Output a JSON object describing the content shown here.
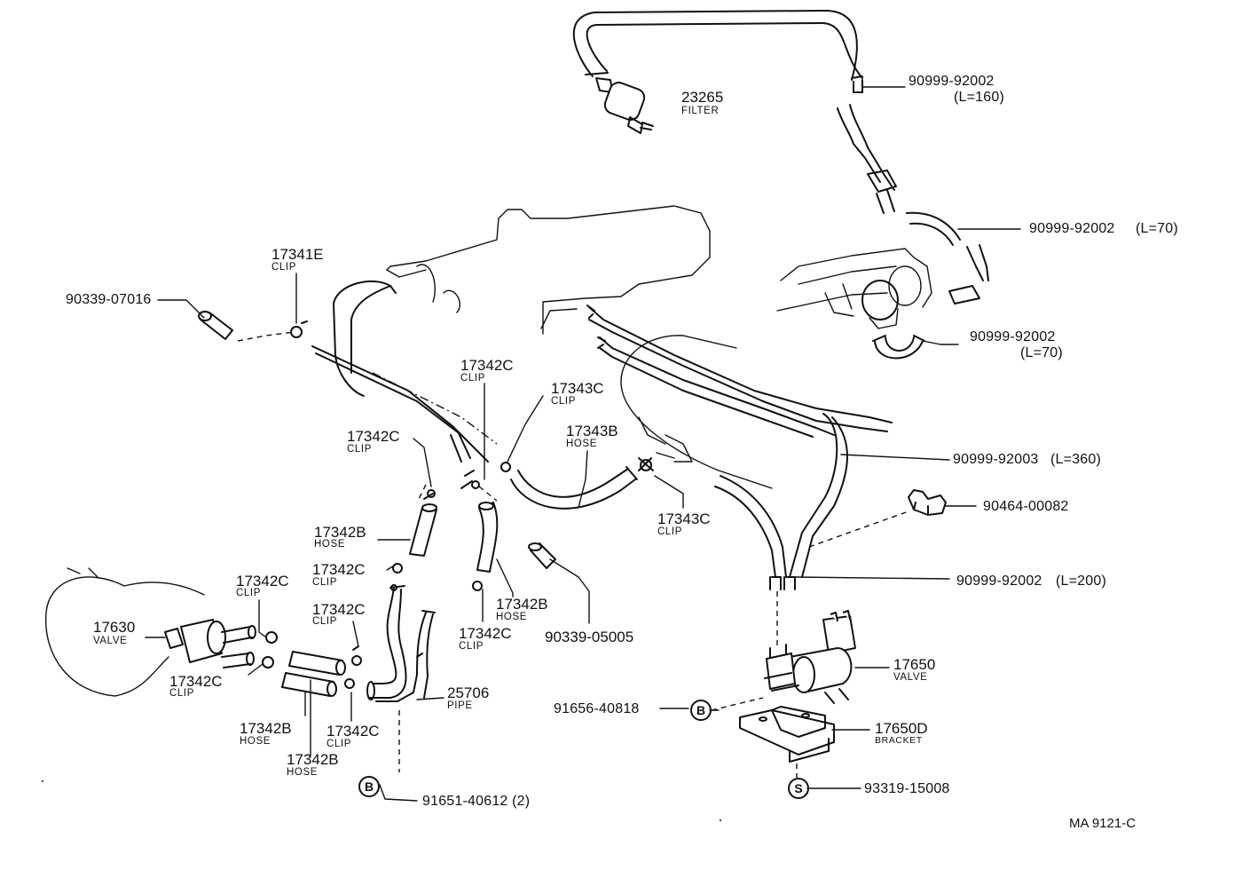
{
  "parts": {
    "p23265": {
      "number": "23265",
      "desc": "FILTER"
    },
    "p90999_92002_160": {
      "number": "90999-92002",
      "length": "(L=160)"
    },
    "p90999_92002_70a": {
      "number": "90999-92002",
      "length": "(L=70)"
    },
    "p90999_92002_70b": {
      "number": "90999-92002",
      "length": "(L=70)"
    },
    "p17341E": {
      "number": "17341E",
      "desc": "CLIP"
    },
    "p90339_07016": {
      "number": "90339-07016"
    },
    "p17342C_top": {
      "number": "17342C",
      "desc": "CLIP"
    },
    "p17343C_top": {
      "number": "17343C",
      "desc": "CLIP"
    },
    "p17343B": {
      "number": "17343B",
      "desc": "HOSE"
    },
    "p17342C_left": {
      "number": "17342C",
      "desc": "CLIP"
    },
    "p90999_92003": {
      "number": "90999-92003",
      "length": "(L=360)"
    },
    "p90464_00082": {
      "number": "90464-00082"
    },
    "p17343C_mid": {
      "number": "17343C",
      "desc": "CLIP"
    },
    "p17342B_a": {
      "number": "17342B",
      "desc": "HOSE"
    },
    "p17342C_b": {
      "number": "17342C",
      "desc": "CLIP"
    },
    "p90999_92002_200": {
      "number": "90999-92002",
      "length": "(L=200)"
    },
    "p17342B_right": {
      "number": "17342B",
      "desc": "HOSE"
    },
    "p90339_05005": {
      "number": "90339-05005"
    },
    "p17342C_c": {
      "number": "17342C",
      "desc": "CLIP"
    },
    "p17342C_d": {
      "number": "17342C",
      "desc": "CLIP"
    },
    "p17342C_e": {
      "number": "17342C",
      "desc": "CLIP"
    },
    "p17630": {
      "number": "17630",
      "desc": "VALVE"
    },
    "p17342C_f": {
      "number": "17342C",
      "desc": "CLIP"
    },
    "p17650": {
      "number": "17650",
      "desc": "VALVE"
    },
    "p25706": {
      "number": "25706",
      "desc": "PIPE"
    },
    "p91656": {
      "number": "91656-40818",
      "marker": "B"
    },
    "p17650D": {
      "number": "17650D",
      "desc": "BRACKET"
    },
    "p17342B_b": {
      "number": "17342B",
      "desc": "HOSE"
    },
    "p17342C_g": {
      "number": "17342C",
      "desc": "CLIP"
    },
    "p17342B_c": {
      "number": "17342B",
      "desc": "HOSE"
    },
    "p91651": {
      "number": "91651-40612 (2)",
      "marker": "B"
    },
    "p93319": {
      "number": "93319-15008",
      "marker": "S"
    }
  },
  "reference": "MA 9121-C"
}
